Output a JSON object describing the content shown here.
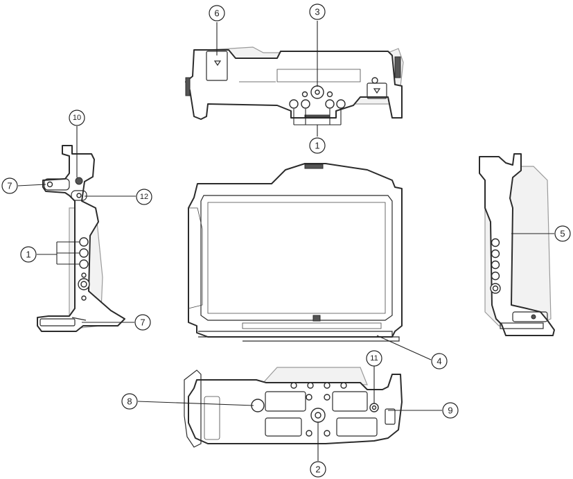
{
  "callouts": [
    {
      "id": "c6",
      "number": "6"
    },
    {
      "id": "c3",
      "number": "3"
    },
    {
      "id": "c1a",
      "number": "1"
    },
    {
      "id": "c10",
      "number": "10"
    },
    {
      "id": "c7a",
      "number": "7"
    },
    {
      "id": "c12",
      "number": "12"
    },
    {
      "id": "c1b",
      "number": "1"
    },
    {
      "id": "c7b",
      "number": "7"
    },
    {
      "id": "c5",
      "number": "5"
    },
    {
      "id": "c4",
      "number": "4"
    },
    {
      "id": "c11",
      "number": "11"
    },
    {
      "id": "c8",
      "number": "8"
    },
    {
      "id": "c9",
      "number": "9"
    },
    {
      "id": "c2",
      "number": "2"
    }
  ]
}
